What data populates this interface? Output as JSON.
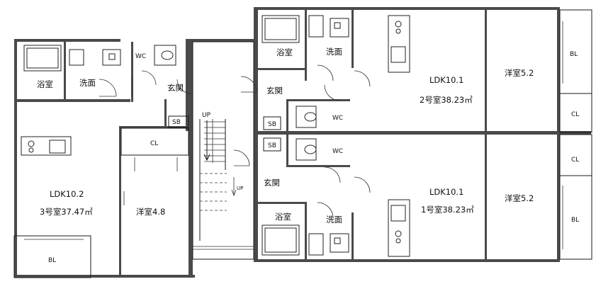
{
  "units": {
    "unit3": {
      "name": "3号室37.47㎡",
      "ldk": "LDK10.2",
      "bedroom": "洋室4.8",
      "bath": "浴室",
      "wash": "洗面",
      "wc": "WC",
      "entrance": "玄関",
      "sb": "SB",
      "cl": "CL",
      "bl": "BL"
    },
    "unit2": {
      "name": "2号室38.23㎡",
      "ldk": "LDK10.1",
      "bedroom": "洋室5.2",
      "bath": "浴室",
      "wash": "洗面",
      "wc": "WC",
      "entrance": "玄関",
      "sb": "SB",
      "cl": "CL",
      "bl": "BL"
    },
    "unit1": {
      "name": "1号室38.23㎡",
      "ldk": "LDK10.1",
      "bedroom": "洋室5.2",
      "bath": "浴室",
      "wash": "洗面",
      "wc": "WC",
      "entrance": "玄関",
      "sb": "SB",
      "cl": "CL",
      "bl": "BL"
    }
  },
  "stairs": {
    "up_main": "UP",
    "up_small": "UP"
  }
}
